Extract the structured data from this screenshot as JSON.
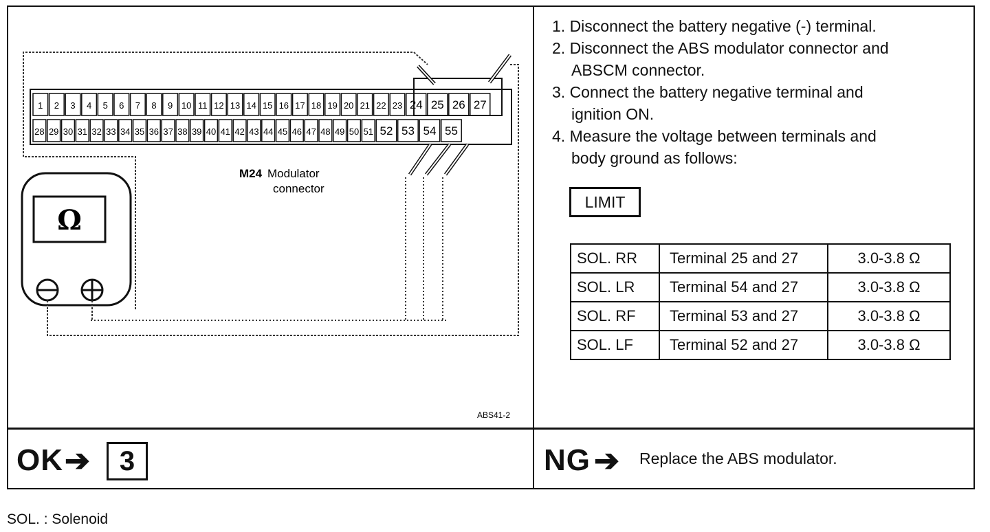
{
  "diagram": {
    "connector_row1": [
      "1",
      "2",
      "3",
      "4",
      "5",
      "6",
      "7",
      "8",
      "9",
      "10",
      "11",
      "12",
      "13",
      "14",
      "15",
      "16",
      "17",
      "18",
      "19",
      "20",
      "21",
      "22",
      "23",
      "24",
      "25",
      "26",
      "27"
    ],
    "connector_row2": [
      "28",
      "29",
      "30",
      "31",
      "32",
      "33",
      "34",
      "35",
      "36",
      "37",
      "38",
      "39",
      "40",
      "41",
      "42",
      "43",
      "44",
      "45",
      "46",
      "47",
      "48",
      "49",
      "50",
      "51",
      "52",
      "53",
      "54",
      "55"
    ],
    "connector_id": "M24",
    "connector_name_1": "Modulator",
    "connector_name_2": "connector",
    "meter_symbol": "Ω",
    "meter_icon": "ohmmeter-icon",
    "figure_code": "ABS41-2"
  },
  "instructions": {
    "steps": [
      "1. Disconnect the battery negative (-) terminal.",
      "2. Disconnect the ABS modulator connector and",
      "ABSCM connector.",
      "3. Connect the battery negative terminal and",
      "ignition ON.",
      "4. Measure the voltage between terminals and",
      "body ground as follows:"
    ],
    "limit_label": "LIMIT",
    "table": [
      [
        "SOL. RR",
        "Terminal 25 and 27",
        "3.0-3.8 Ω"
      ],
      [
        "SOL. LR",
        "Terminal 54 and 27",
        "3.0-3.8 Ω"
      ],
      [
        "SOL. RF",
        "Terminal 53 and 27",
        "3.0-3.8 Ω"
      ],
      [
        "SOL. LF",
        "Terminal 52 and 27",
        "3.0-3.8 Ω"
      ]
    ]
  },
  "results": {
    "ok_label": "OK",
    "ok_step": "3",
    "ng_label": "NG",
    "ng_action": "Replace the ABS modulator."
  },
  "footnote": "SOL. : Solenoid"
}
